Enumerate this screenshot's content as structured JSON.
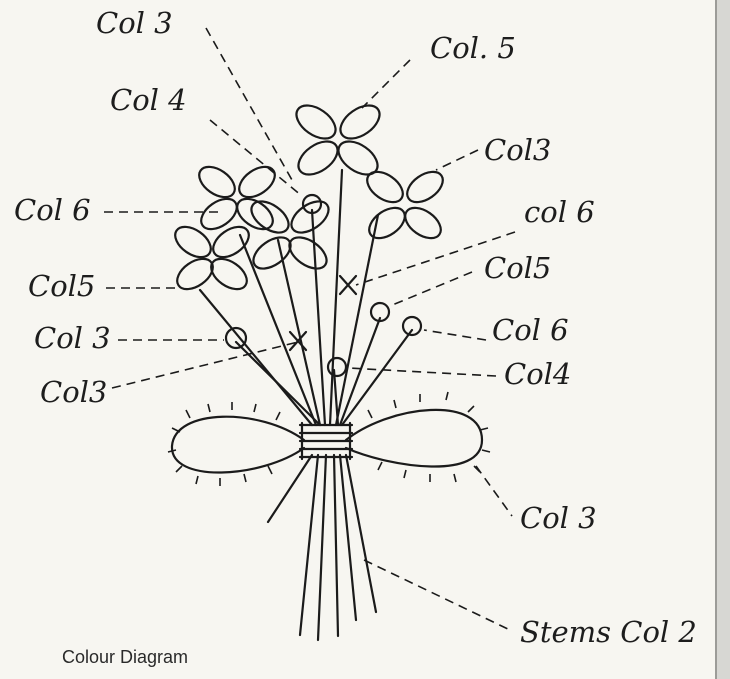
{
  "labels": {
    "col3_top": "Col 3",
    "col5_top": "Col. 5",
    "col4_upper": "Col 4",
    "col3_right": "Col3",
    "col6_left": "Col 6",
    "col6_right_upper": "col 6",
    "col5_left": "Col5",
    "col5_right": "Col5",
    "col3_mid_left": "Col 3",
    "col6_right": "Col 6",
    "col3_lower_left": "Col3",
    "col4_right": "Col4",
    "col3_bow": "Col 3",
    "stems": "Stems Col 2"
  },
  "caption": "Colour Diagram"
}
